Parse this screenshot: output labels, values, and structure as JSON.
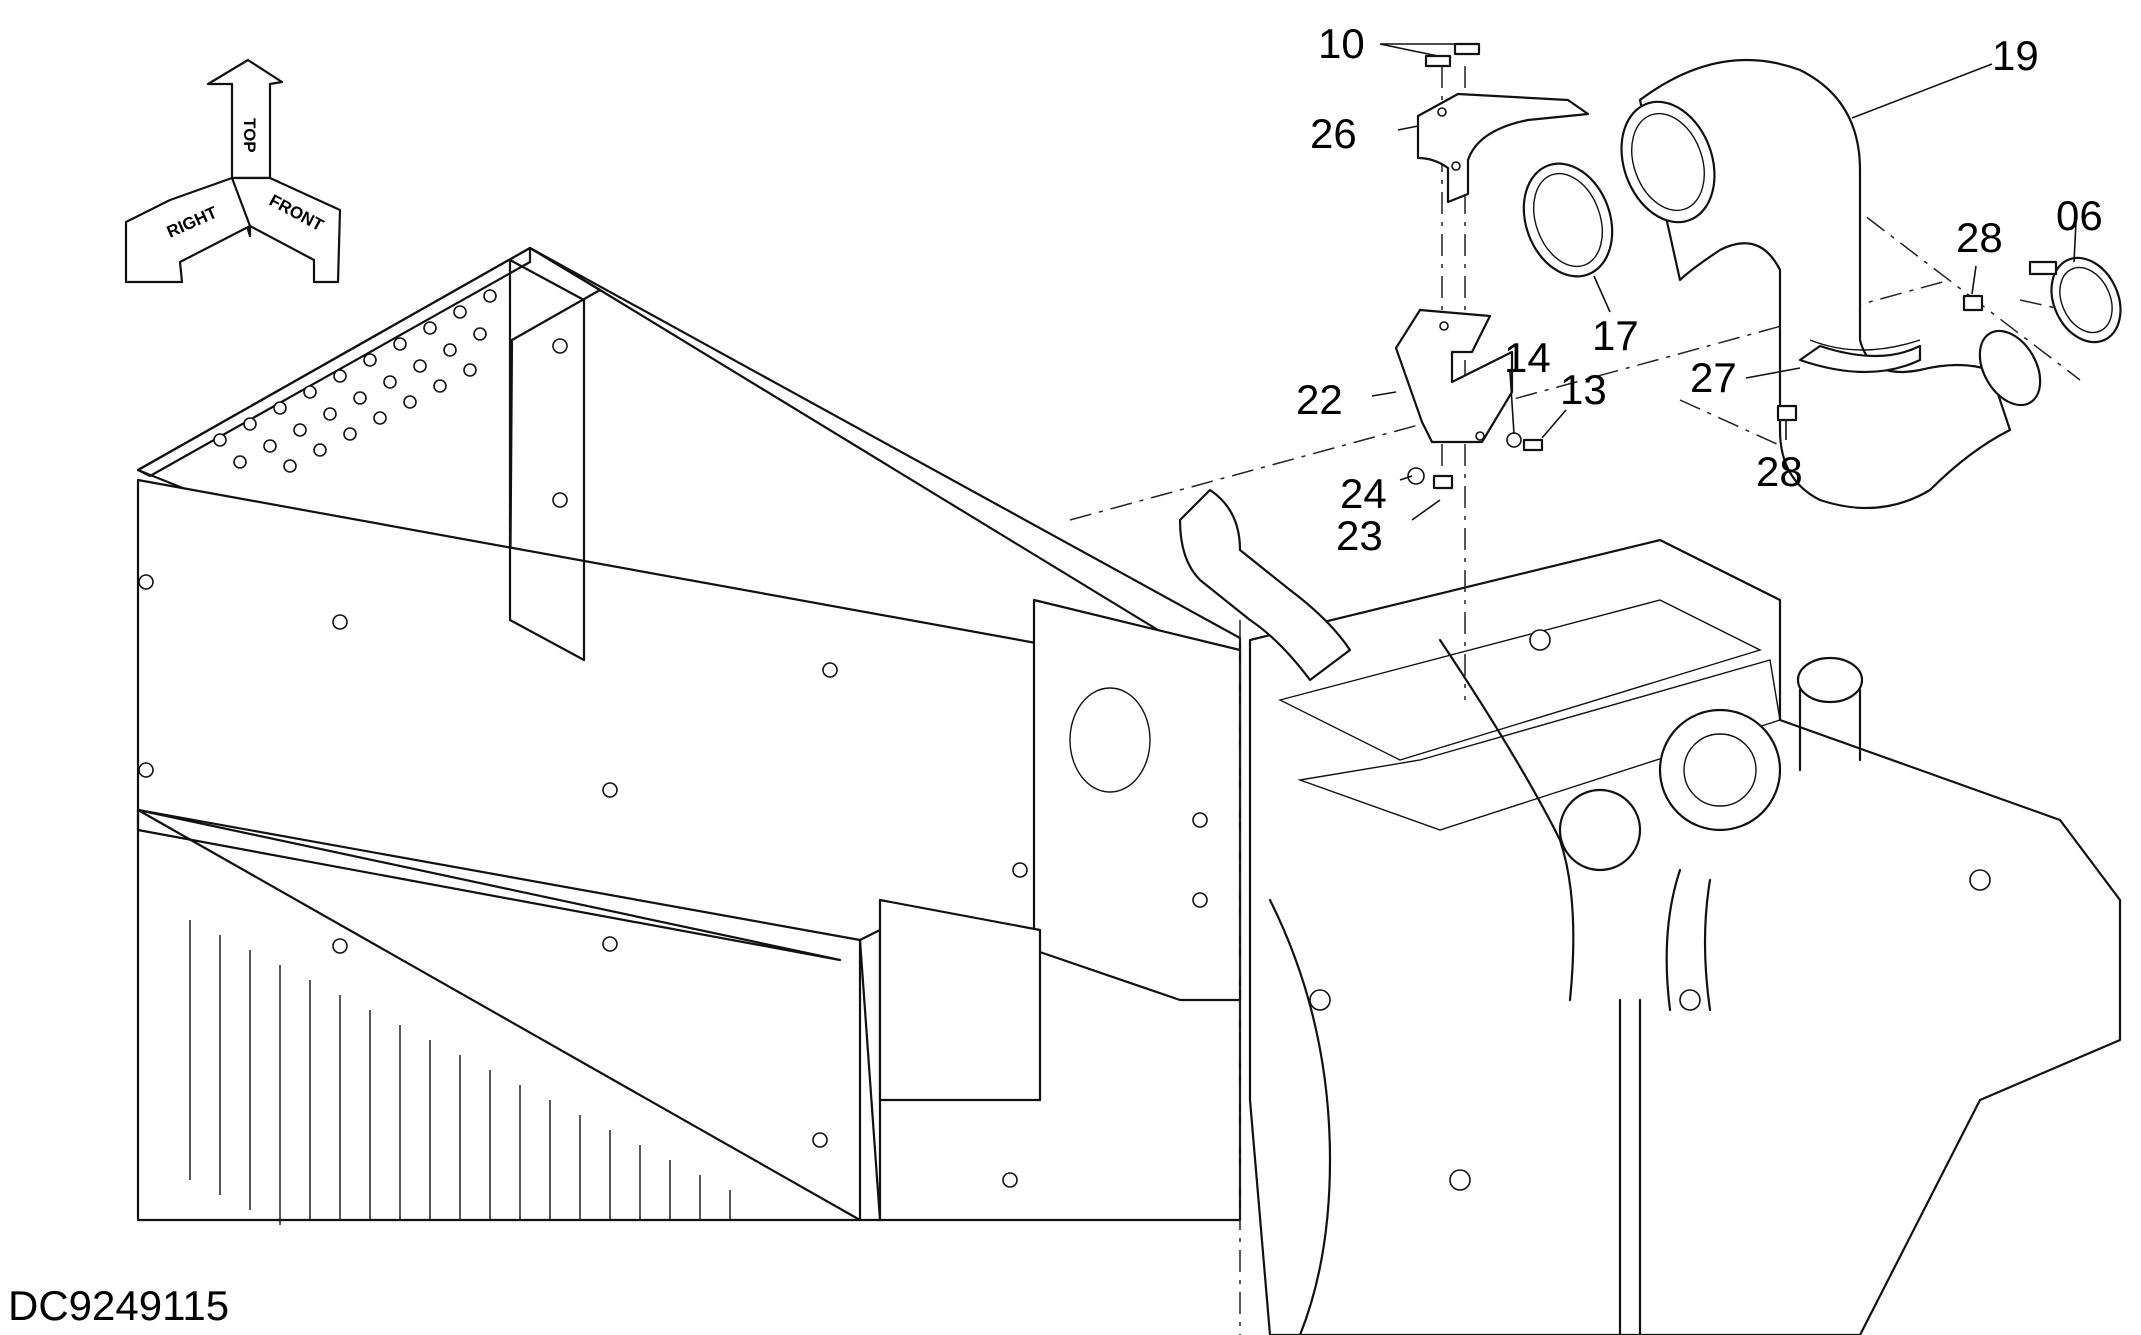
{
  "document_id": "DC9249115",
  "orientation": {
    "top": "TOP",
    "right": "RIGHT",
    "front": "FRONT"
  },
  "callouts": [
    {
      "id": "c10",
      "label": "10"
    },
    {
      "id": "c26",
      "label": "26"
    },
    {
      "id": "c19",
      "label": "19"
    },
    {
      "id": "c17",
      "label": "17"
    },
    {
      "id": "c14",
      "label": "14"
    },
    {
      "id": "c13",
      "label": "13"
    },
    {
      "id": "c22",
      "label": "22"
    },
    {
      "id": "c24",
      "label": "24"
    },
    {
      "id": "c23",
      "label": "23"
    },
    {
      "id": "c28a",
      "label": "28"
    },
    {
      "id": "c06",
      "label": "06"
    },
    {
      "id": "c27",
      "label": "27"
    },
    {
      "id": "c28b",
      "label": "28"
    }
  ]
}
